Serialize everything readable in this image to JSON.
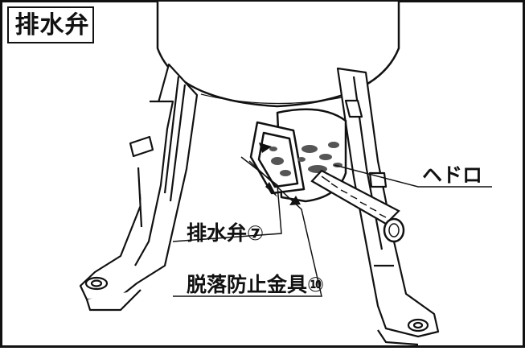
{
  "title": "排水弁",
  "labels": {
    "sludge": "ヘドロ",
    "drain_valve": "排水弁⑦",
    "anti_drop_bracket": "脱落防止金具⑩"
  },
  "colors": {
    "line": "#111111",
    "background": "#ffffff",
    "sludge_fill": "#555555"
  }
}
